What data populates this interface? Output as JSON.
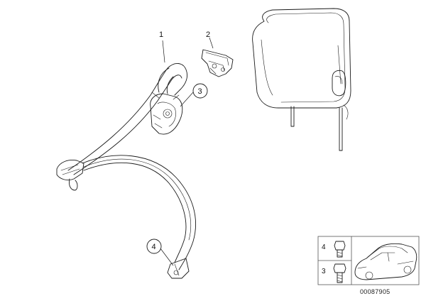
{
  "diagram": {
    "callouts": [
      {
        "id": "1",
        "label": "1"
      },
      {
        "id": "2",
        "label": "2"
      },
      {
        "id": "3",
        "label": "3"
      },
      {
        "id": "4",
        "label": "4"
      }
    ],
    "parts_legend": {
      "rows": [
        {
          "label": "4",
          "part": "bolt-short"
        },
        {
          "label": "3",
          "part": "bolt-long"
        }
      ]
    },
    "document_number": "00087905",
    "colors": {
      "line": "#1a1a1a",
      "background": "#ffffff",
      "legend_frame": "#555555"
    },
    "icons": [
      "headrest",
      "seat-belt",
      "belt-retractor",
      "guide-bracket",
      "bolt",
      "car-silhouette"
    ]
  }
}
